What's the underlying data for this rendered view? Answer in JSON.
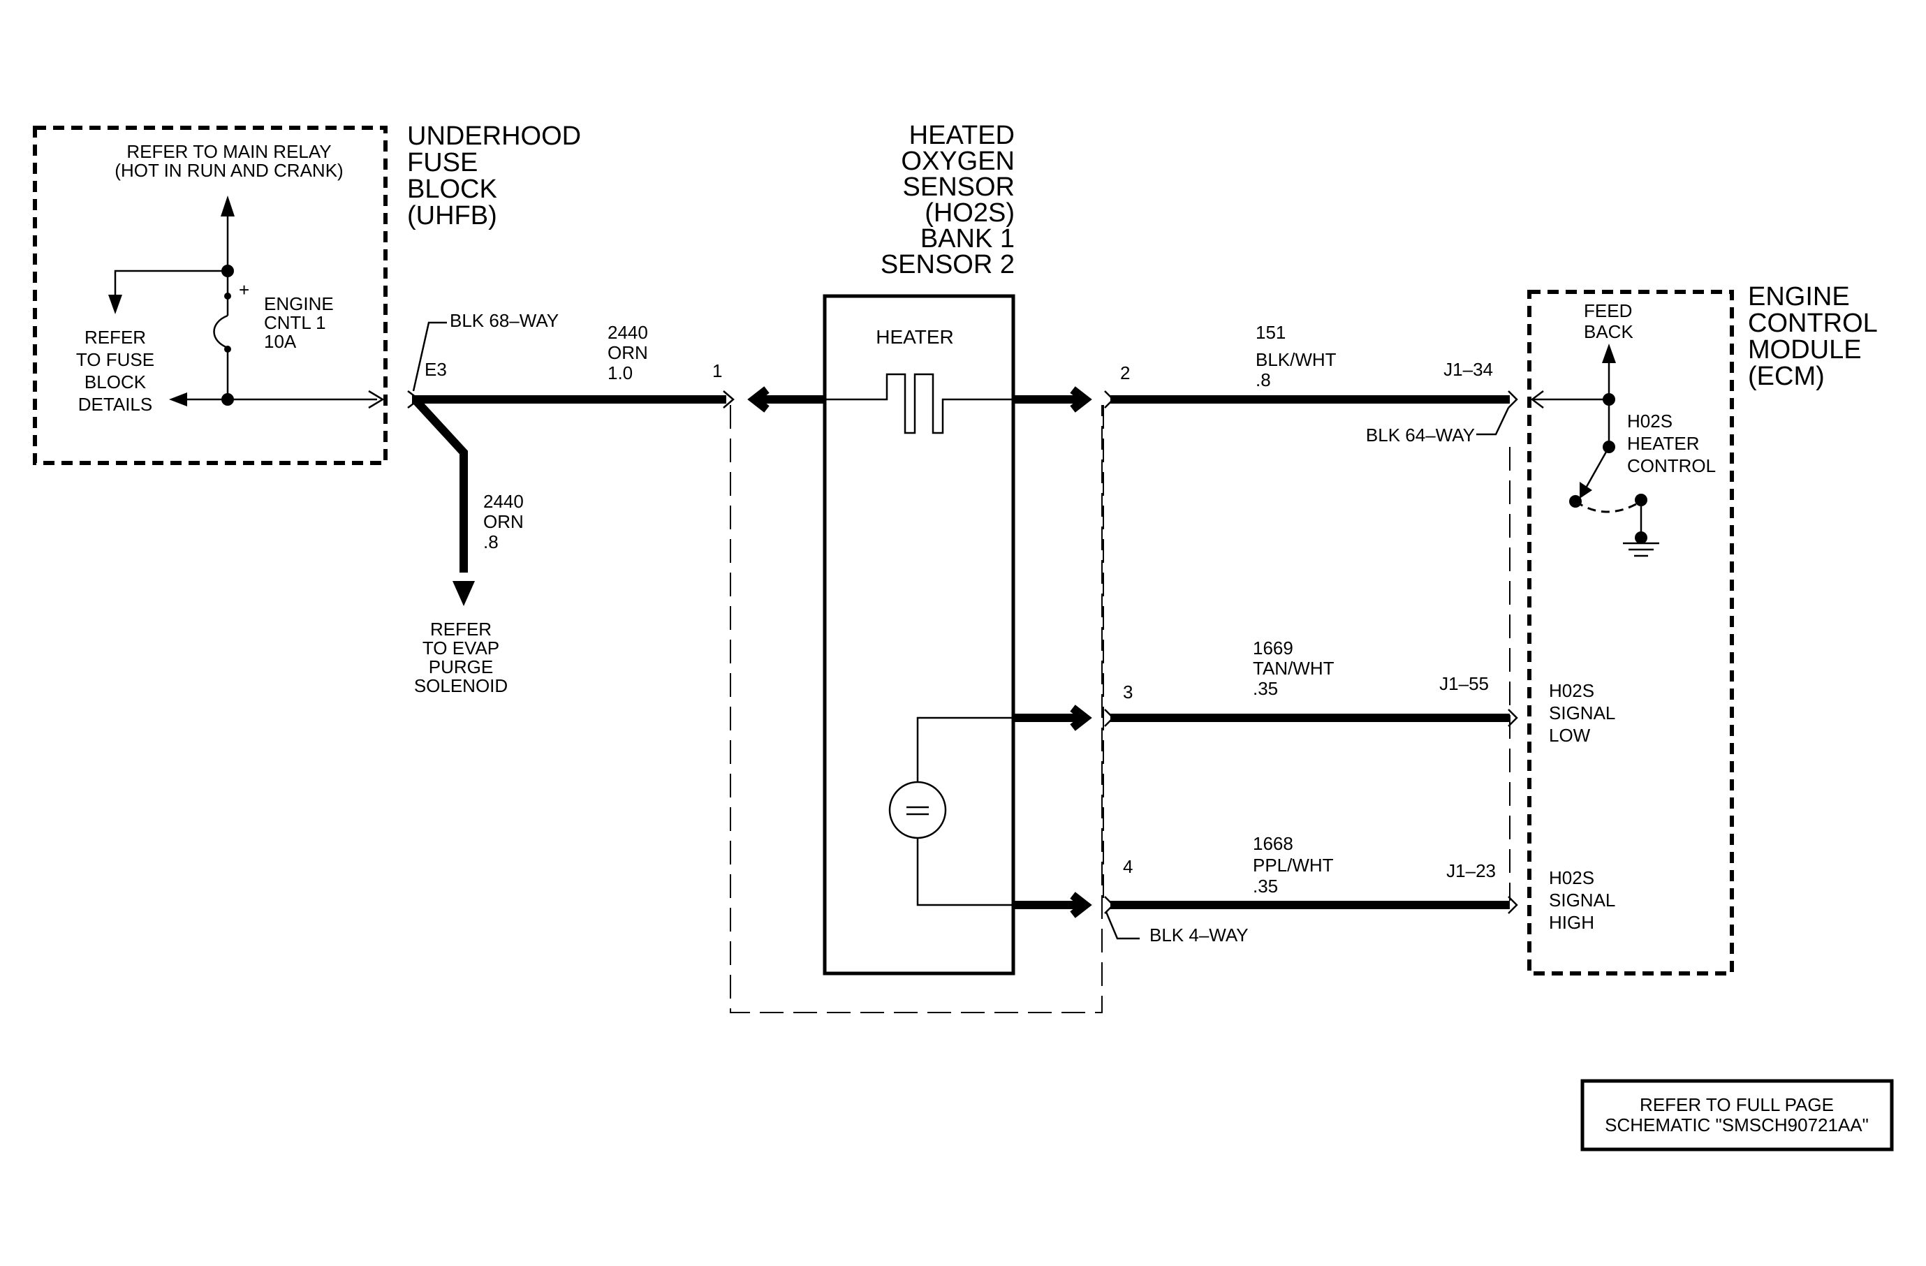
{
  "uhfb": {
    "title": [
      "UNDERHOOD",
      "FUSE",
      "BLOCK",
      "(UHFB)"
    ],
    "main_relay_ref": [
      "REFER TO MAIN RELAY",
      "(HOT IN RUN AND CRANK)"
    ],
    "fuse_block_ref": [
      "REFER",
      "TO FUSE",
      "BLOCK",
      "DETAILS"
    ],
    "fuse_label": [
      "ENGINE",
      "CNTL 1",
      "10A"
    ],
    "fuse_polarity": "+"
  },
  "connector_68": {
    "label": "BLK 68–WAY",
    "pin": "E3"
  },
  "wire_2440_main": {
    "circuit": "2440",
    "color": "ORN",
    "size": "1.0",
    "dest_pin": "1"
  },
  "wire_2440_branch": {
    "circuit": "2440",
    "color": "ORN",
    "size": ".8"
  },
  "evap_ref": [
    "REFER",
    "TO EVAP",
    "PURGE",
    "SOLENOID"
  ],
  "h2os": {
    "title": [
      "HEATED",
      "OXYGEN",
      "SENSOR",
      "(HO2S)",
      "BANK 1",
      "SENSOR 2"
    ],
    "heater_label": "HEATER"
  },
  "wire_151": {
    "pin": "2",
    "circuit": "151",
    "color": "BLK/WHT",
    "size": ".8",
    "ecm_pin": "J1–34"
  },
  "wire_1669": {
    "pin": "3",
    "circuit": "1669",
    "color": "TAN/WHT",
    "size": ".35",
    "ecm_pin": "J1–55"
  },
  "wire_1668": {
    "pin": "4",
    "circuit": "1668",
    "color": "PPL/WHT",
    "size": ".35",
    "ecm_pin": "J1–23"
  },
  "connector_64": {
    "label": "BLK 64–WAY"
  },
  "connector_4": {
    "label": "BLK 4–WAY"
  },
  "ecm": {
    "title": [
      "ENGINE",
      "CONTROL",
      "MODULE",
      "(ECM)"
    ],
    "feedback": [
      "FEED",
      "BACK"
    ],
    "heater_control": [
      "H02S",
      "HEATER",
      "CONTROL"
    ],
    "signal_low": [
      "H02S",
      "SIGNAL",
      "LOW"
    ],
    "signal_high": [
      "H02S",
      "SIGNAL",
      "HIGH"
    ]
  },
  "schematic_ref": [
    "REFER TO FULL PAGE",
    "SCHEMATIC \"SMSCH90721AA\""
  ]
}
